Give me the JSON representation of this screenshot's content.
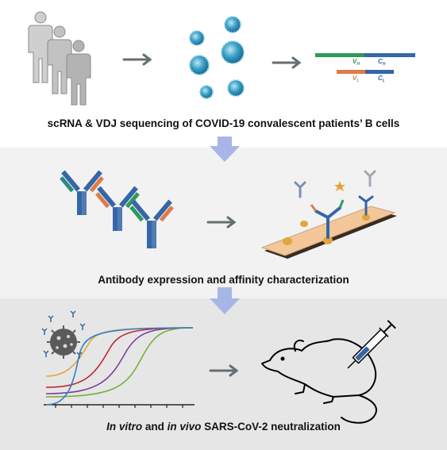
{
  "panel1": {
    "caption": "scRNA & VDJ sequencing of COVID-19 convalescent patients’ B cells",
    "labels": {
      "vh": "V",
      "vh_sub": "H",
      "ch": "C",
      "ch_sub": "H",
      "vl": "V",
      "vl_sub": "L",
      "cl": "C",
      "cl_sub": "L"
    }
  },
  "panel2": {
    "caption": "Antibody expression and affinity characterization"
  },
  "panel3": {
    "caption_part1": "In vitro",
    "caption_part2": " and ",
    "caption_part3": "in vivo",
    "caption_part4": " SARS-CoV-2 neutralization"
  },
  "colors": {
    "panel1_bg": "#ffffff",
    "panel2_bg": "#f2f2f2",
    "panel3_bg": "#e6e6e6",
    "arrow_gray": "#666e73",
    "down_arrow": "#a7b6e6",
    "heavy_chain": "#3566a8",
    "light_chain": "#2a8a86",
    "v_green": "#2e9a5a",
    "v_orange": "#e07a48",
    "cell_blue": "#3aa0c8",
    "plate": "#f3c79a",
    "curve_blue": "#2f7fc4",
    "curve_red": "#c0283a",
    "curve_purple": "#7b3ea0",
    "curve_green": "#7fae3c",
    "curve_orange": "#e5a43a"
  }
}
